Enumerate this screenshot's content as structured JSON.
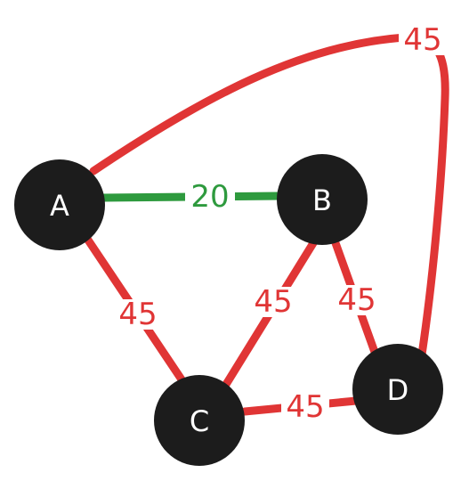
{
  "colors": {
    "edge_default": "#e03535",
    "edge_highlight": "#2e9a3e",
    "node_fill": "#1c1c1c",
    "node_text": "#ffffff",
    "background": "#ffffff"
  },
  "graph": {
    "nodes": [
      {
        "id": "A",
        "label": "A"
      },
      {
        "id": "B",
        "label": "B"
      },
      {
        "id": "C",
        "label": "C"
      },
      {
        "id": "D",
        "label": "D"
      }
    ],
    "edges": [
      {
        "id": "A-B",
        "from": "A",
        "to": "B",
        "weight": "20",
        "highlighted": true
      },
      {
        "id": "A-C",
        "from": "A",
        "to": "C",
        "weight": "45",
        "highlighted": false
      },
      {
        "id": "B-C",
        "from": "B",
        "to": "C",
        "weight": "45",
        "highlighted": false
      },
      {
        "id": "B-D",
        "from": "B",
        "to": "D",
        "weight": "45",
        "highlighted": false
      },
      {
        "id": "C-D",
        "from": "C",
        "to": "D",
        "weight": "45",
        "highlighted": false
      },
      {
        "id": "A-D",
        "from": "A",
        "to": "D",
        "weight": "45",
        "highlighted": false
      }
    ]
  }
}
